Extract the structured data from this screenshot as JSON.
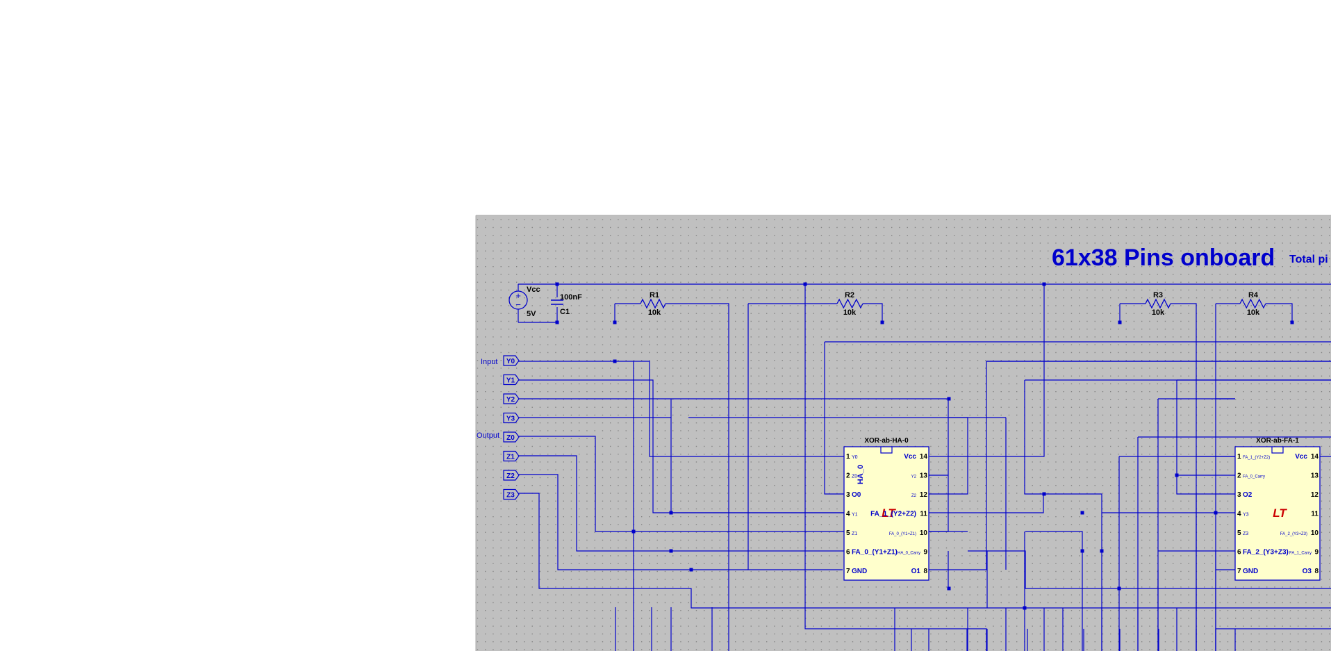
{
  "headline": "61x38 Pins onboard",
  "headline_extra": "Total pi",
  "colors": {
    "canvas": "#c0c0c0",
    "wire": "#0000cc",
    "chip_fill": "#ffffcc",
    "logo": "#cc0000",
    "text": "#000000"
  },
  "source": {
    "name": "Vcc",
    "value": "5V",
    "plus": "+",
    "minus": "−"
  },
  "capacitor": {
    "name": "C1",
    "value": "100nF"
  },
  "resistors": [
    {
      "name": "R1",
      "value": "10k"
    },
    {
      "name": "R2",
      "value": "10k"
    },
    {
      "name": "R3",
      "value": "10k"
    },
    {
      "name": "R4",
      "value": "10k"
    }
  ],
  "group_labels": {
    "input": "Input",
    "output": "Output"
  },
  "ports": [
    {
      "label": "Y0"
    },
    {
      "label": "Y1"
    },
    {
      "label": "Y2"
    },
    {
      "label": "Y3"
    },
    {
      "label": "Z0"
    },
    {
      "label": "Z1"
    },
    {
      "label": "Z2"
    },
    {
      "label": "Z3"
    }
  ],
  "chips": [
    {
      "name": "XOR-ab-HA-0",
      "rotated_label": "HA_0",
      "left_pins": [
        {
          "num": "1",
          "label": "Y0"
        },
        {
          "num": "2",
          "label": "Z0"
        },
        {
          "num": "3",
          "label": "O0"
        },
        {
          "num": "4",
          "label": "Y1"
        },
        {
          "num": "5",
          "label": "Z1"
        },
        {
          "num": "6",
          "label": "FA_0_(Y1+Z1)"
        },
        {
          "num": "7",
          "label": "GND"
        }
      ],
      "right_pins": [
        {
          "num": "14",
          "label": "Vcc"
        },
        {
          "num": "13",
          "label": "Y2"
        },
        {
          "num": "12",
          "label": "Z2"
        },
        {
          "num": "11",
          "label": "FA_1_(Y2+Z2)"
        },
        {
          "num": "10",
          "label": "FA_0_(Y1+Z1)"
        },
        {
          "num": "9",
          "label": "HA_0_Carry"
        },
        {
          "num": "8",
          "label": "O1"
        }
      ]
    },
    {
      "name": "XOR-ab-FA-1",
      "rotated_label": "",
      "left_pins": [
        {
          "num": "1",
          "label": "FA_1_(Y2+Z2)"
        },
        {
          "num": "2",
          "label": "FA_0_Carry"
        },
        {
          "num": "3",
          "label": "O2"
        },
        {
          "num": "4",
          "label": "Y3"
        },
        {
          "num": "5",
          "label": "Z3"
        },
        {
          "num": "6",
          "label": "FA_2_(Y3+Z3)"
        },
        {
          "num": "7",
          "label": "GND"
        }
      ],
      "right_pins": [
        {
          "num": "14",
          "label": "Vcc"
        },
        {
          "num": "13",
          "label": ""
        },
        {
          "num": "12",
          "label": ""
        },
        {
          "num": "11",
          "label": ""
        },
        {
          "num": "10",
          "label": "FA_2_(Y3+Z3)"
        },
        {
          "num": "9",
          "label": "FA_1_Carry"
        },
        {
          "num": "8",
          "label": "O3"
        }
      ]
    }
  ],
  "logo_text": "LT"
}
